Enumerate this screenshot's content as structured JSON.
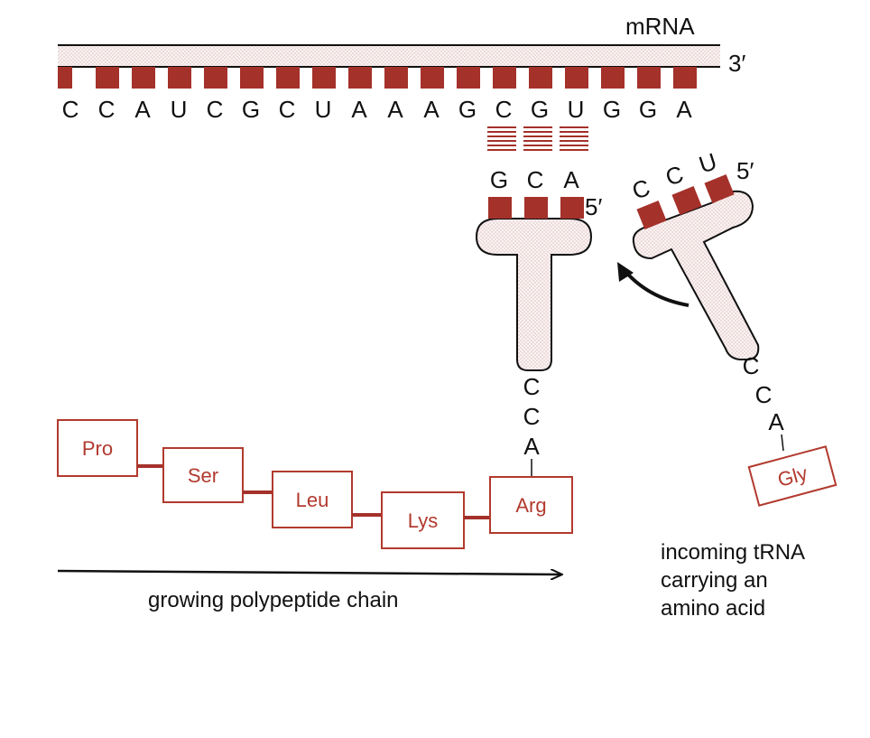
{
  "colors": {
    "accent": "#a4312a",
    "accent_light": "#b23a2e",
    "body_fill": "#f4e6e6",
    "ink": "#111111"
  },
  "mrna": {
    "label": "mRNA",
    "end_label": "3′",
    "sequence": [
      "C",
      "C",
      "A",
      "U",
      "C",
      "G",
      "C",
      "U",
      "A",
      "A",
      "A",
      "G",
      "C",
      "G",
      "U",
      "G",
      "G",
      "A"
    ]
  },
  "bound_trna": {
    "anticodon": [
      "G",
      "C",
      "A"
    ],
    "end_label": "5′",
    "acceptor": [
      "C",
      "C",
      "A"
    ]
  },
  "incoming_trna": {
    "anticodon": [
      "C",
      "C",
      "U"
    ],
    "end_label": "5′",
    "acceptor": [
      "C",
      "C",
      "A"
    ],
    "amino_acid": "Gly",
    "caption_lines": [
      "incoming tRNA",
      "carrying an",
      "amino acid"
    ]
  },
  "chain": {
    "amino_acids": [
      "Pro",
      "Ser",
      "Leu",
      "Lys",
      "Arg"
    ],
    "caption": "growing polypeptide chain"
  }
}
